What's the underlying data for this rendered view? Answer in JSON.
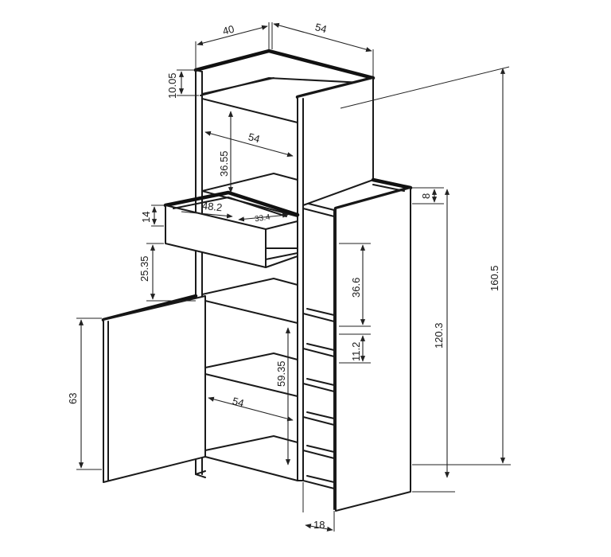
{
  "dimensions": {
    "top_depth": "40",
    "top_width": "54",
    "top_panel_height": "10.05",
    "inner_width_upper": "54",
    "upper_shelf_height": "36.55",
    "drawer_height": "14",
    "drawer_width": "48.2",
    "drawer_depth": "33.4",
    "gap_below_drawer": "25.35",
    "side_shelf_spacing": "36.6",
    "small_shelf_spacing": "11.2",
    "lower_compartment_height": "59.35",
    "inner_width_lower": "54",
    "door_height": "63",
    "right_cabinet_top_offset": "8",
    "right_cabinet_height": "120.3",
    "total_height": "160.5",
    "shoe_rack_depth": "18"
  }
}
